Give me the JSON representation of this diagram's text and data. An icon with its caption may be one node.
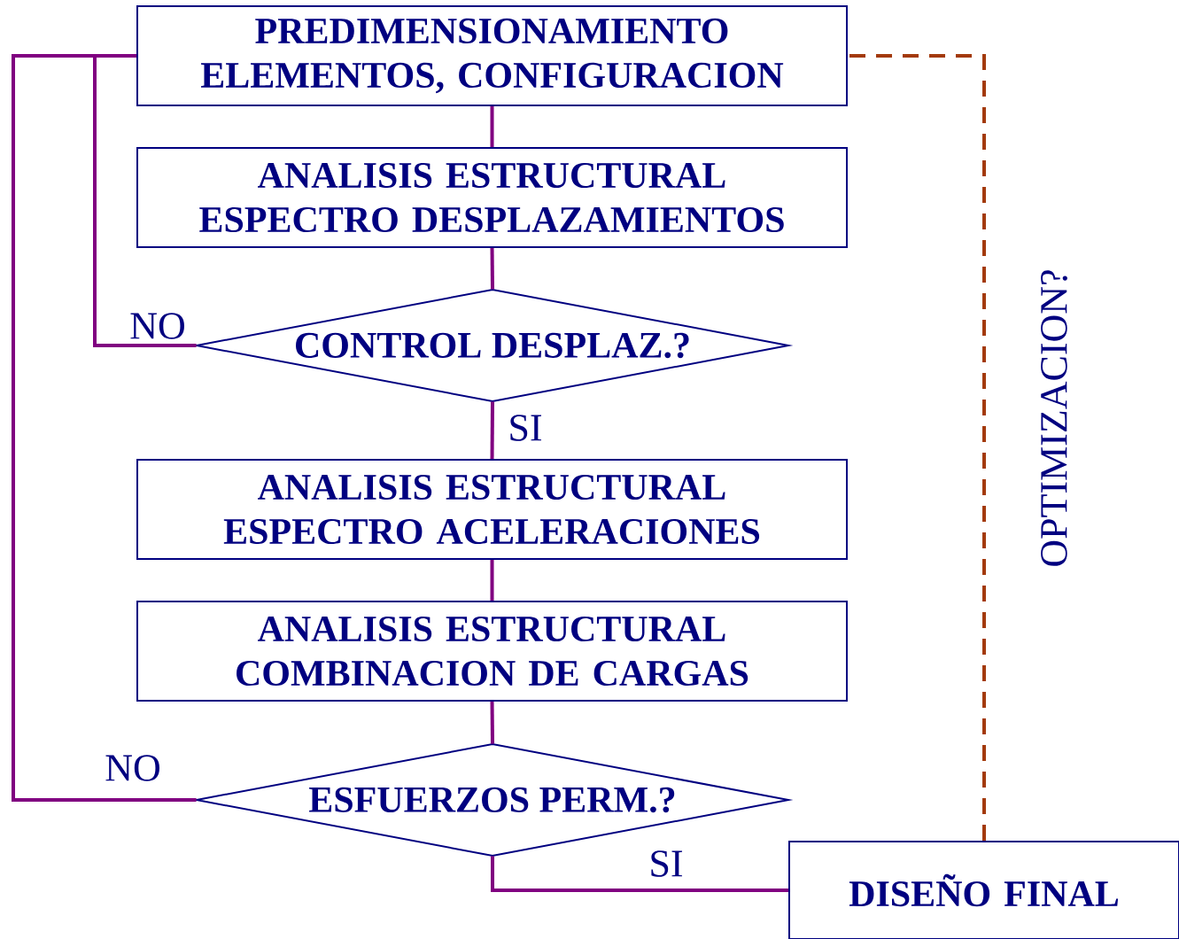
{
  "diagram": {
    "nodes": [
      {
        "text": [
          "PREDIMENSIONAMIENTO ELEMENTOS, CONFIGURACION"
        ]
      },
      {
        "text": [
          "ANALISIS ESTRUCTURAL ESPECTRO DESPLAZAMIENTOS"
        ]
      },
      {
        "text": [
          "CONTROL DESPLAZ.?"
        ]
      },
      {
        "text": [
          "ANALISIS ESTRUCTURAL ESPECTRO ACELERACIONES"
        ]
      },
      {
        "text": [
          "ANALISIS ESTRUCTURAL COMBINACION DE CARGAS"
        ]
      },
      {
        "text": [
          "ESFUERZOS PERM.?"
        ]
      },
      {
        "text": [
          "DISEÑO FINAL"
        ]
      }
    ],
    "edges": [
      {
        "from": 0,
        "to": 1,
        "arrow": "none"
      },
      {
        "from": 1,
        "to": 2,
        "arrow": "none"
      },
      {
        "from": 2,
        "to": 3,
        "arrow": "none",
        "label": "SI"
      },
      {
        "from": 3,
        "to": 4,
        "arrow": "none"
      },
      {
        "from": 4,
        "to": 5,
        "arrow": "none"
      },
      {
        "from": 5,
        "to": 6,
        "arrow": "none",
        "label": "SI"
      },
      {
        "from": 2,
        "to": 0,
        "arrow": "none",
        "label": "NO"
      },
      {
        "from": 5,
        "to": 0,
        "arrow": "none",
        "label": "NO"
      },
      {
        "from": 6,
        "to": 0,
        "arrow": "none",
        "label": "OPTIMIZACION?",
        "style": "dashed",
        "color": "#a33a0c"
      }
    ]
  }
}
